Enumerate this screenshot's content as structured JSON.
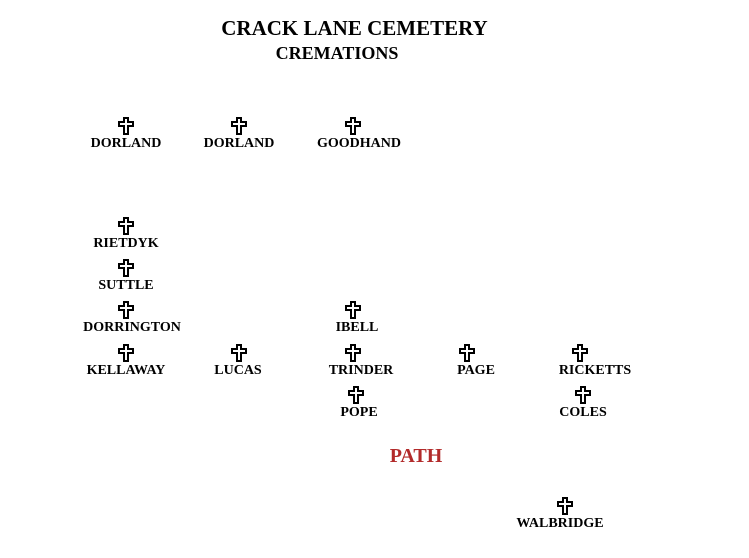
{
  "title": "CRACK LANE CEMETERY",
  "subtitle": "CREMATIONS",
  "path_label": "PATH",
  "marker_icon": "cross-icon",
  "graves": [
    {
      "name": "DORLAND"
    },
    {
      "name": "DORLAND"
    },
    {
      "name": "GOODHAND"
    },
    {
      "name": "RIETDYK"
    },
    {
      "name": "SUTTLE"
    },
    {
      "name": "DORRINGTON"
    },
    {
      "name": "IBELL"
    },
    {
      "name": "KELLAWAY"
    },
    {
      "name": "LUCAS"
    },
    {
      "name": "TRINDER"
    },
    {
      "name": "PAGE"
    },
    {
      "name": "RICKETTS"
    },
    {
      "name": "POPE"
    },
    {
      "name": "COLES"
    },
    {
      "name": "WALBRIDGE"
    }
  ],
  "colors": {
    "text": "#000000",
    "path": "#b22a2a",
    "background": "#ffffff"
  }
}
